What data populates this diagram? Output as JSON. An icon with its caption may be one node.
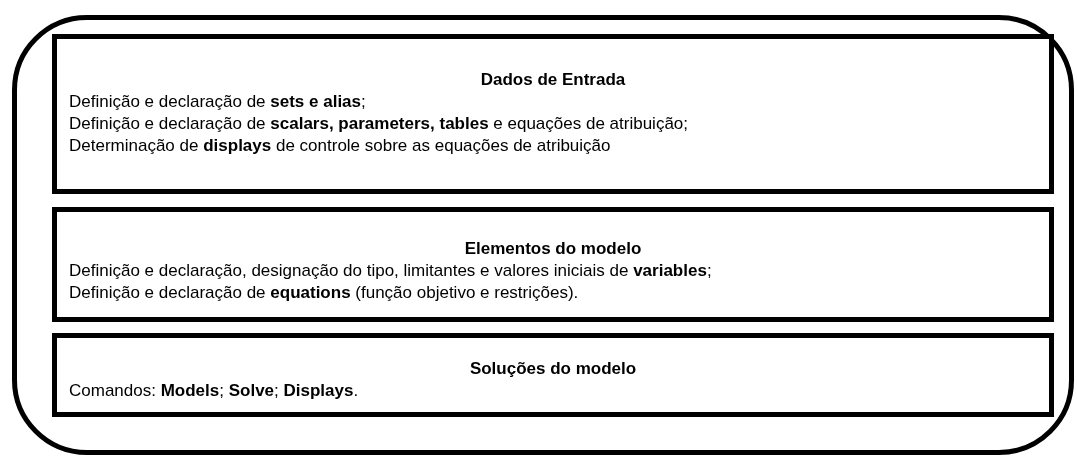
{
  "diagram": {
    "nodes": [
      {
        "text": [],
        "shape": "box"
      },
      {
        "text": [
          "Dados de Entrada",
          "Definição e declaração de **sets e alias**;",
          "Definição e declaração de **scalars, parameters, tables** e equações de atribuição;",
          "Determinação de **displays** de controle sobre as equações de atribuição"
        ],
        "in": 0
      },
      {
        "text": [
          "Elementos do modelo",
          "Definição e declaração, designação do tipo, limitantes e valores iniciais de **variables**;",
          "Definição e declaração de **equations** (função objetivo e restrições)."
        ],
        "in": 0
      },
      {
        "text": [
          "Soluções do modelo",
          "Comandos: **Models**; **Solve**; **Displays**."
        ],
        "in": 0
      }
    ]
  }
}
